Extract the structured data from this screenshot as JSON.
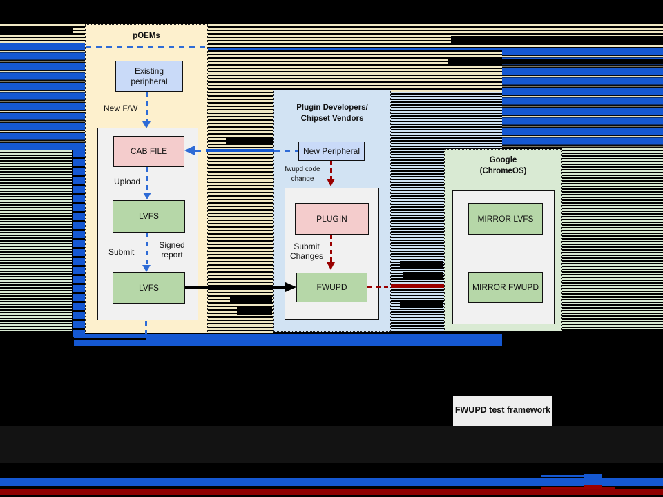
{
  "diagram": {
    "panels": {
      "poems": {
        "title": "pOEMs"
      },
      "plugin_vendors": {
        "title_line1": "Plugin Developers/",
        "title_line2": "Chipset Vendors"
      },
      "google": {
        "title_line1": "Google",
        "title_line2": "(ChromeOS)"
      }
    },
    "nodes": {
      "existing_peripheral": "Existing peripheral",
      "cab_file": "CAB FILE",
      "lvfs_upper": "LVFS",
      "lvfs_lower": "LVFS",
      "new_peripheral": "New Peripheral",
      "plugin": "PLUGIN",
      "fwupd": "FWUPD",
      "mirror_lvfs": "MIRROR LVFS",
      "mirror_fwupd": "MIRROR FWUPD",
      "fwupd_test_framework": "FWUPD test framework"
    },
    "edge_labels": {
      "new_fw": "New F/W",
      "upload": "Upload",
      "submit": "Submit",
      "signed_report": "Signed report",
      "fwupd_code_change": "fwupd code change",
      "submit_changes": "Submit Changes"
    },
    "colors": {
      "panel_poems": "#fdf0cd",
      "panel_plugin": "#d2e3f3",
      "panel_google": "#d9ead3",
      "node_blue": "#c9daf8",
      "node_pink": "#f4cccc",
      "node_green": "#b6d7a8",
      "container_gray": "#f1f1f1",
      "accent_blue": "#1558d2",
      "arrow_blue": "#2e6bd6",
      "arrow_red": "#990000"
    }
  }
}
